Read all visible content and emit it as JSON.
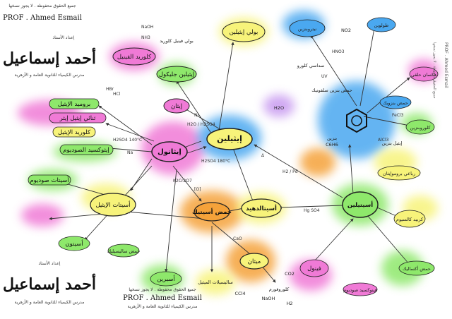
{
  "branding": {
    "latin_name": "PROF . Ahmed Esmail",
    "prepared_by": "إعداد الأستاذ",
    "author_big": "أحمد إسماعيل",
    "subtitle": "مدرس الكيمياء للثانوية العامة و الأزهرية",
    "rights": "جميع الحقوق محفوظة . لا يجوز نسخها",
    "vertical_name": "PROF . Ahmed Esmail"
  },
  "nodes": {
    "ethylene": "إيثيلين",
    "ethanol": "إيثانول",
    "acetic_acid": "حمض أسيتيك",
    "acetylene": "أسيتيلين",
    "acetaldehyde": "أسيتالدهيد",
    "benzene": "بنزين",
    "methane": "ميثان",
    "ethyl_acetate": "أسيتات الإيثيل",
    "ethyl_bromide": "بروميد الإيثيل",
    "ethyl_chloride": "كلوريد الإيثيل",
    "sodium_acetate": "أسيتات صوديوم",
    "sodium_ethoxide": "إيثوكسيد الصوديوم",
    "diethyl_ether": "ثنائي إيثيل إيثر",
    "ethylene_glycol": "إيثيلين جليكول",
    "polyethylene": "بولي إيثيلين",
    "ethane": "إيثان",
    "vinyl_chloride": "كلوريد الفينيل",
    "pvc": "بولي فينيل كلوريد",
    "aspirin": "أسبرين",
    "methyl_salicylate": "ساليسيلات الميثيل",
    "chlorobenzene": "كلوروبنزين",
    "nitrobenzene": "نيتروبنزين",
    "phenol": "فينول",
    "toluene": "طولوين",
    "cyclohexane": "هكسان حلقي",
    "benzoic_acid": "حمض بنزويك",
    "ethylbenzene": "إيثيل بنزين",
    "hexachloro": "سداسي كلورو",
    "sulfonic": "حمض بنزين سلفونيك",
    "calcium_carbide": "كربيد كالسيوم",
    "chloroform": "كلوروفورم",
    "ccl4": "CCl4",
    "tetrabromo": "رباعي بروموإيثان",
    "oxalic": "حمض أكساليك",
    "salicylic": "حمض ساليسيليك",
    "sodium_phenoxide": "فينوكسيد صوديوم",
    "formula_c6h6": "C6H6",
    "formula_no2": "NO2",
    "acetone": "أسيتون",
    "water": "H2O",
    "co2": "CO2",
    "naoh": "NaOH",
    "h2": "H2"
  },
  "conditions": {
    "h2so4_180": "H2SO4 180°C",
    "h2so4_140": "H2SO4 140°C",
    "heat": "Δ",
    "h2o_h2so4": "H2O / H2SO4",
    "naoh": "NaOH",
    "hcl": "HCl",
    "hbr": "HBr",
    "nh3": "NH3",
    "ni": "Ni",
    "o": "[O]",
    "pd": "H2 / Pd",
    "hgso4": "Hg SO4",
    "fecl3": "FeCl3",
    "alcl3": "AlCl3",
    "uv": "UV",
    "na": "Na",
    "cao": "CaO",
    "k2cr2o7": "K2Cr2O7",
    "hno3": "HNO3"
  },
  "colors": {
    "yellow": "#f7f37a",
    "green": "#8ee86b",
    "pink": "#f07ad6",
    "blue": "#4aa8f0",
    "orange": "#f5a23a",
    "lilac": "#c89af0",
    "node_stroke": "#222222",
    "arrow": "#333333"
  }
}
